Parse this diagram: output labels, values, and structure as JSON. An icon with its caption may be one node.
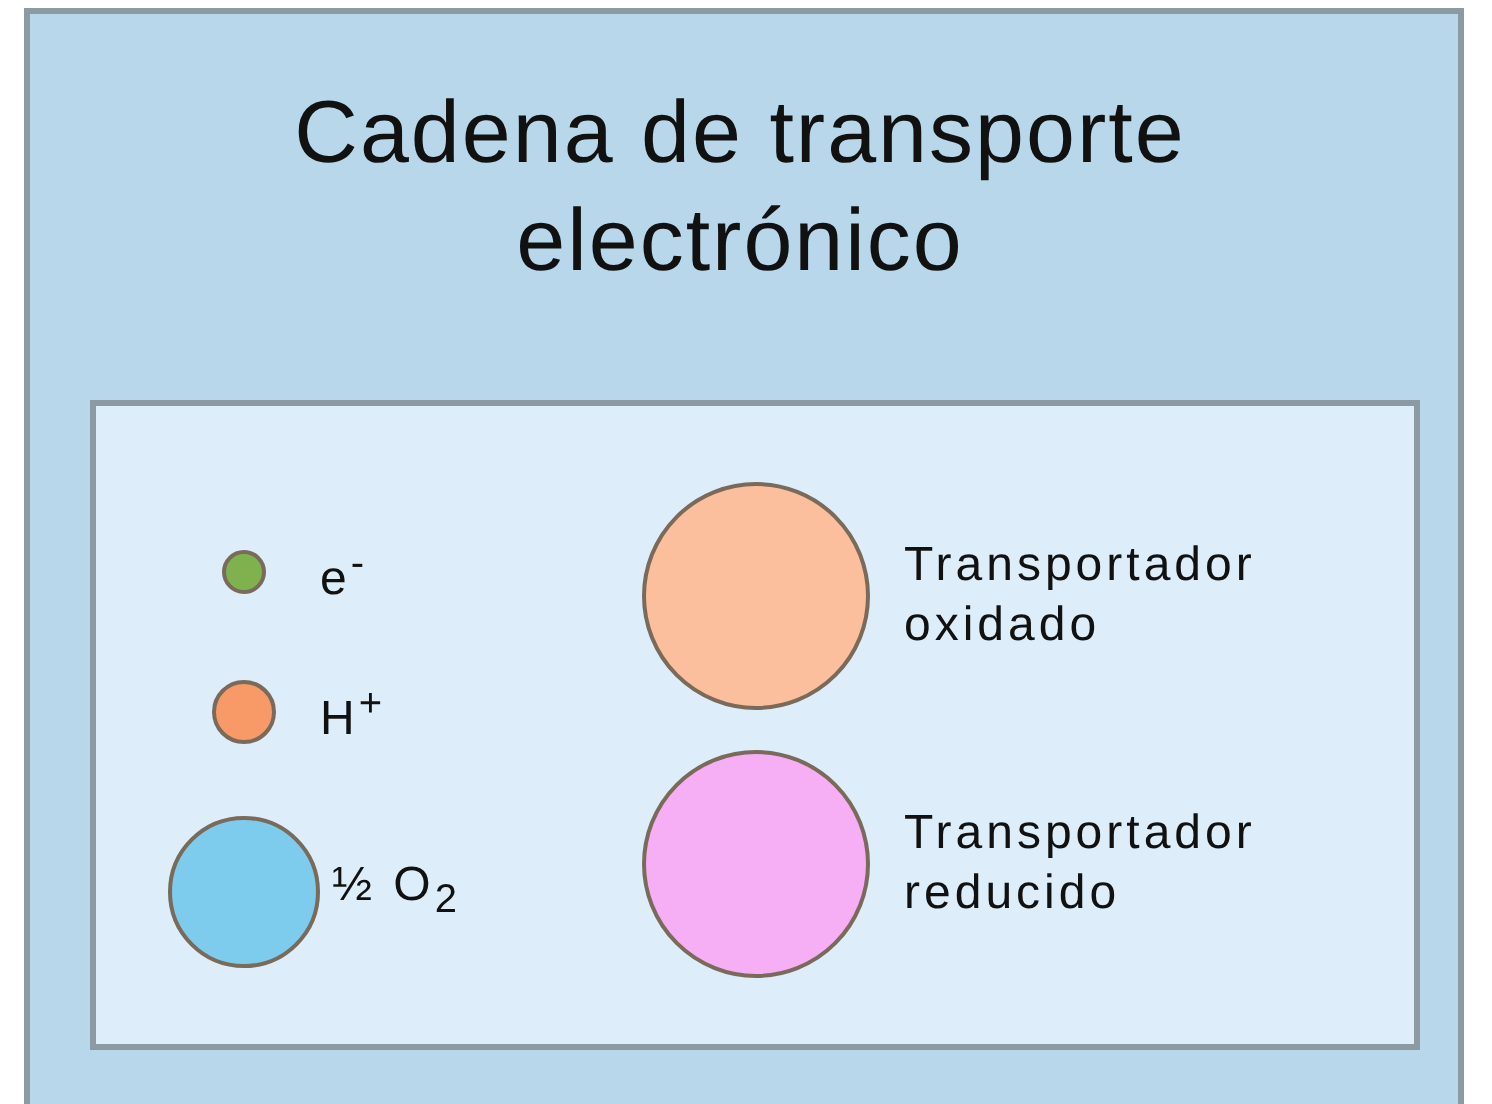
{
  "diagram": {
    "title": "Cadena de transporte electrónico",
    "legend": [
      {
        "text": "e$^{-}$",
        "color": "#7fb24e"
      },
      {
        "text": "H$^{+}$",
        "color": "#f89a68"
      },
      {
        "text": "½ O$_{2}$",
        "color": "#7dcbed"
      },
      {
        "text": "Transportador oxidado",
        "color": "#fcbf9e"
      },
      {
        "text": "Transportador reducido",
        "color": "#f6aef4"
      }
    ]
  }
}
